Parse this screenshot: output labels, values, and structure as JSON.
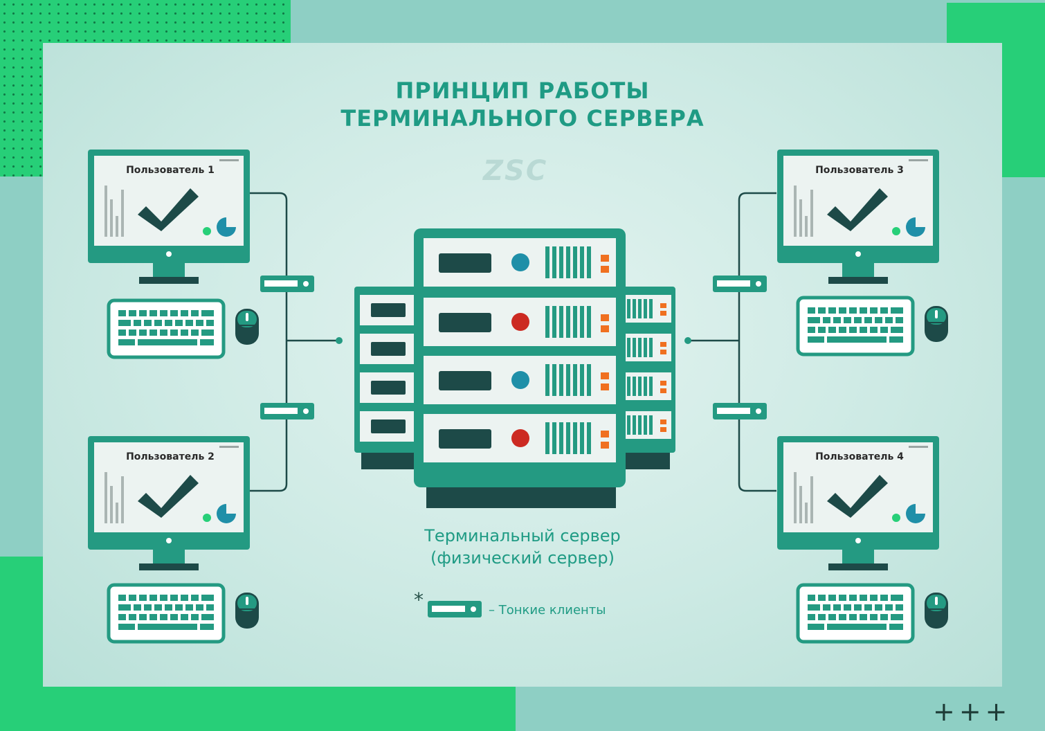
{
  "title": {
    "line1": "ПРИНЦИП РАБОТЫ",
    "line2": "ТЕРМИНАЛЬНОГО СЕРВЕРА"
  },
  "logo": "ZSC",
  "users": [
    {
      "label": "Пользователь 1"
    },
    {
      "label": "Пользователь 2"
    },
    {
      "label": "Пользователь 3"
    },
    {
      "label": "Пользователь 4"
    }
  ],
  "server_caption": {
    "line1": "Терминальный сервер",
    "line2": "(физический сервер)"
  },
  "legend": {
    "marker": "*",
    "text": "– Тонкие клиенты"
  },
  "decor": {
    "plus_marks": "+++"
  },
  "colors": {
    "teal": "#249a82",
    "dark": "#1d4a48",
    "green_accent": "#27cf78",
    "led_blue": "#1f8fa8",
    "led_red": "#cc2a22",
    "orange": "#f07020"
  }
}
